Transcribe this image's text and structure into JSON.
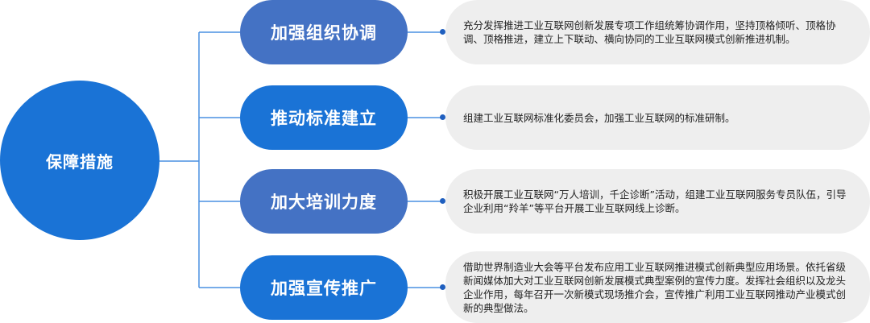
{
  "root": {
    "label": "保障措施"
  },
  "measures": [
    {
      "title": "加强组织协调",
      "description": "充分发挥推进工业互联网创新发展专项工作组统筹协调作用，坚持顶格倾听、顶格协调、顶格推进，建立上下联动、横向协同的工业互联网模式创新推进机制。"
    },
    {
      "title": "推动标准建立",
      "description": "组建工业互联网标准化委员会，加强工业互联网的标准研制。"
    },
    {
      "title": "加大培训力度",
      "description": "积极开展工业互联网“万人培训，千企诊断”活动，组建工业互联网服务专员队伍，引导企业利用“羚羊”等平台开展工业互联网线上诊断。"
    },
    {
      "title": "加强宣传推广",
      "description": "借助世界制造业大会等平台发布应用工业互联网推进模式创新典型应用场景。依托省级新闻媒体加大对工业互联网创新发展模式典型案例的宣传力度。发挥社会组织以及龙头企业作用，每年召开一次新模式现场推介会，宣传推广利用工业互联网推动产业模式创新的典型做法。"
    }
  ],
  "colors": {
    "root": "#1a73d6",
    "measure_dark": "#4472c4",
    "measure_bright": "#1a73d6",
    "connector": "#4a90e2",
    "description_bg": "#eeeeee"
  }
}
